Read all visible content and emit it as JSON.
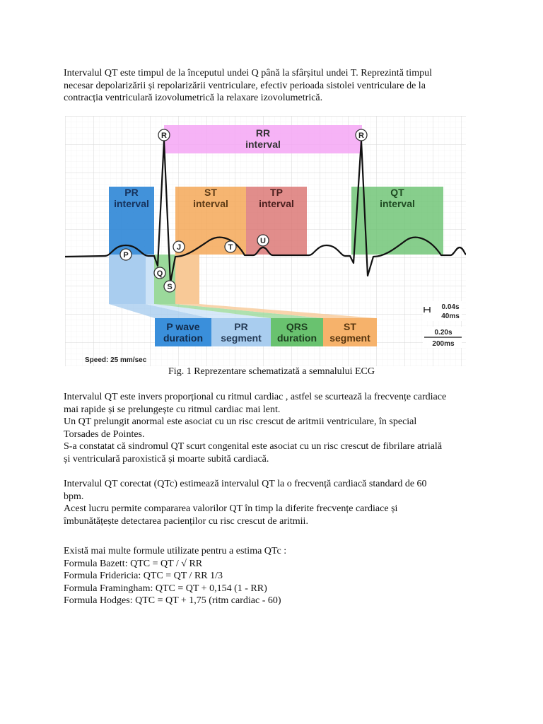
{
  "intro": {
    "lines": [
      "Intervalul QT este timpul de la începutul undei Q până la sfârșitul undei T. Reprezintă timpul",
      "necesar depolarizării și repolarizării ventriculare, efectiv perioada sistolei ventriculare de la",
      "contracția ventriculară izovolumetrică la relaxare izovolumetrică."
    ]
  },
  "figure": {
    "waves": {
      "p": "P",
      "q": "Q",
      "r": "R",
      "s": "S",
      "t": "T",
      "u": "U",
      "j": "J"
    },
    "rr": {
      "line1": "RR",
      "line2": "interval"
    },
    "pr_interval": {
      "line1": "PR",
      "line2": "interval"
    },
    "st_interval": {
      "line1": "ST",
      "line2": "interval"
    },
    "tp_interval": {
      "line1": "TP",
      "line2": "interval"
    },
    "qt_interval": {
      "line1": "QT",
      "line2": "interval"
    },
    "p_wave": {
      "line1": "P wave",
      "line2": "duration"
    },
    "pr_segment": {
      "line1": "PR",
      "line2": "segment"
    },
    "qrs": {
      "line1": "QRS",
      "line2": "duration"
    },
    "st_segment": {
      "line1": "ST",
      "line2": "segment"
    },
    "scale_small": {
      "line1": "0.04s",
      "line2": "40ms"
    },
    "scale_large": {
      "line1": "0.20s",
      "line2": "200ms"
    },
    "speed": "Speed: 25 mm/sec",
    "colors": {
      "rr": "#f4a6f4",
      "pr": "#2e86d6",
      "st": "#f4a34e",
      "tp": "#d9706e",
      "qt": "#69c26f",
      "p_wave": "#3a8fdb",
      "pr_segment": "#a9cdef",
      "qrs": "#7ed07e",
      "st_segment": "#f6b26b",
      "grid": "#d7d7d7",
      "trace": "#111111"
    }
  },
  "caption": "Fig. 1 Reprezentare schematizată a semnalului ECG",
  "para2": {
    "lines": [
      "Intervalul QT este invers proporțional cu ritmul cardiac , astfel se scurtează la frecvențe cardiace",
      "mai rapide și se prelungește cu ritmul cardiac mai lent.",
      "Un QT prelungit anormal este asociat cu un risc crescut de aritmii ventriculare, în special",
      "Torsades de Pointes.",
      "S-a constatat că sindromul QT scurt congenital este asociat cu un risc crescut de fibrilare atrială",
      "și ventriculară paroxistică și moarte subită cardiacă."
    ]
  },
  "para3": {
    "lines": [
      "Intervalul QT corectat (QTc) estimează intervalul QT la o frecvență cardiacă standard de 60",
      "bpm.",
      "Acest lucru permite compararea valorilor QT în timp la diferite frecvențe cardiace și",
      "îmbunătățește detectarea pacienților cu risc crescut de aritmii."
    ]
  },
  "para4": {
    "lines": [
      "Există mai multe formule utilizate pentru a estima QTc :",
      "Formula Bazett: QTC = QT / √ RR",
      "Formula Fridericia: QTC = QT / RR 1/3",
      "Formula Framingham: QTC = QT + 0,154 (1 - RR)",
      "Formula Hodges: QTC = QT + 1,75 (ritm cardiac - 60)"
    ]
  }
}
